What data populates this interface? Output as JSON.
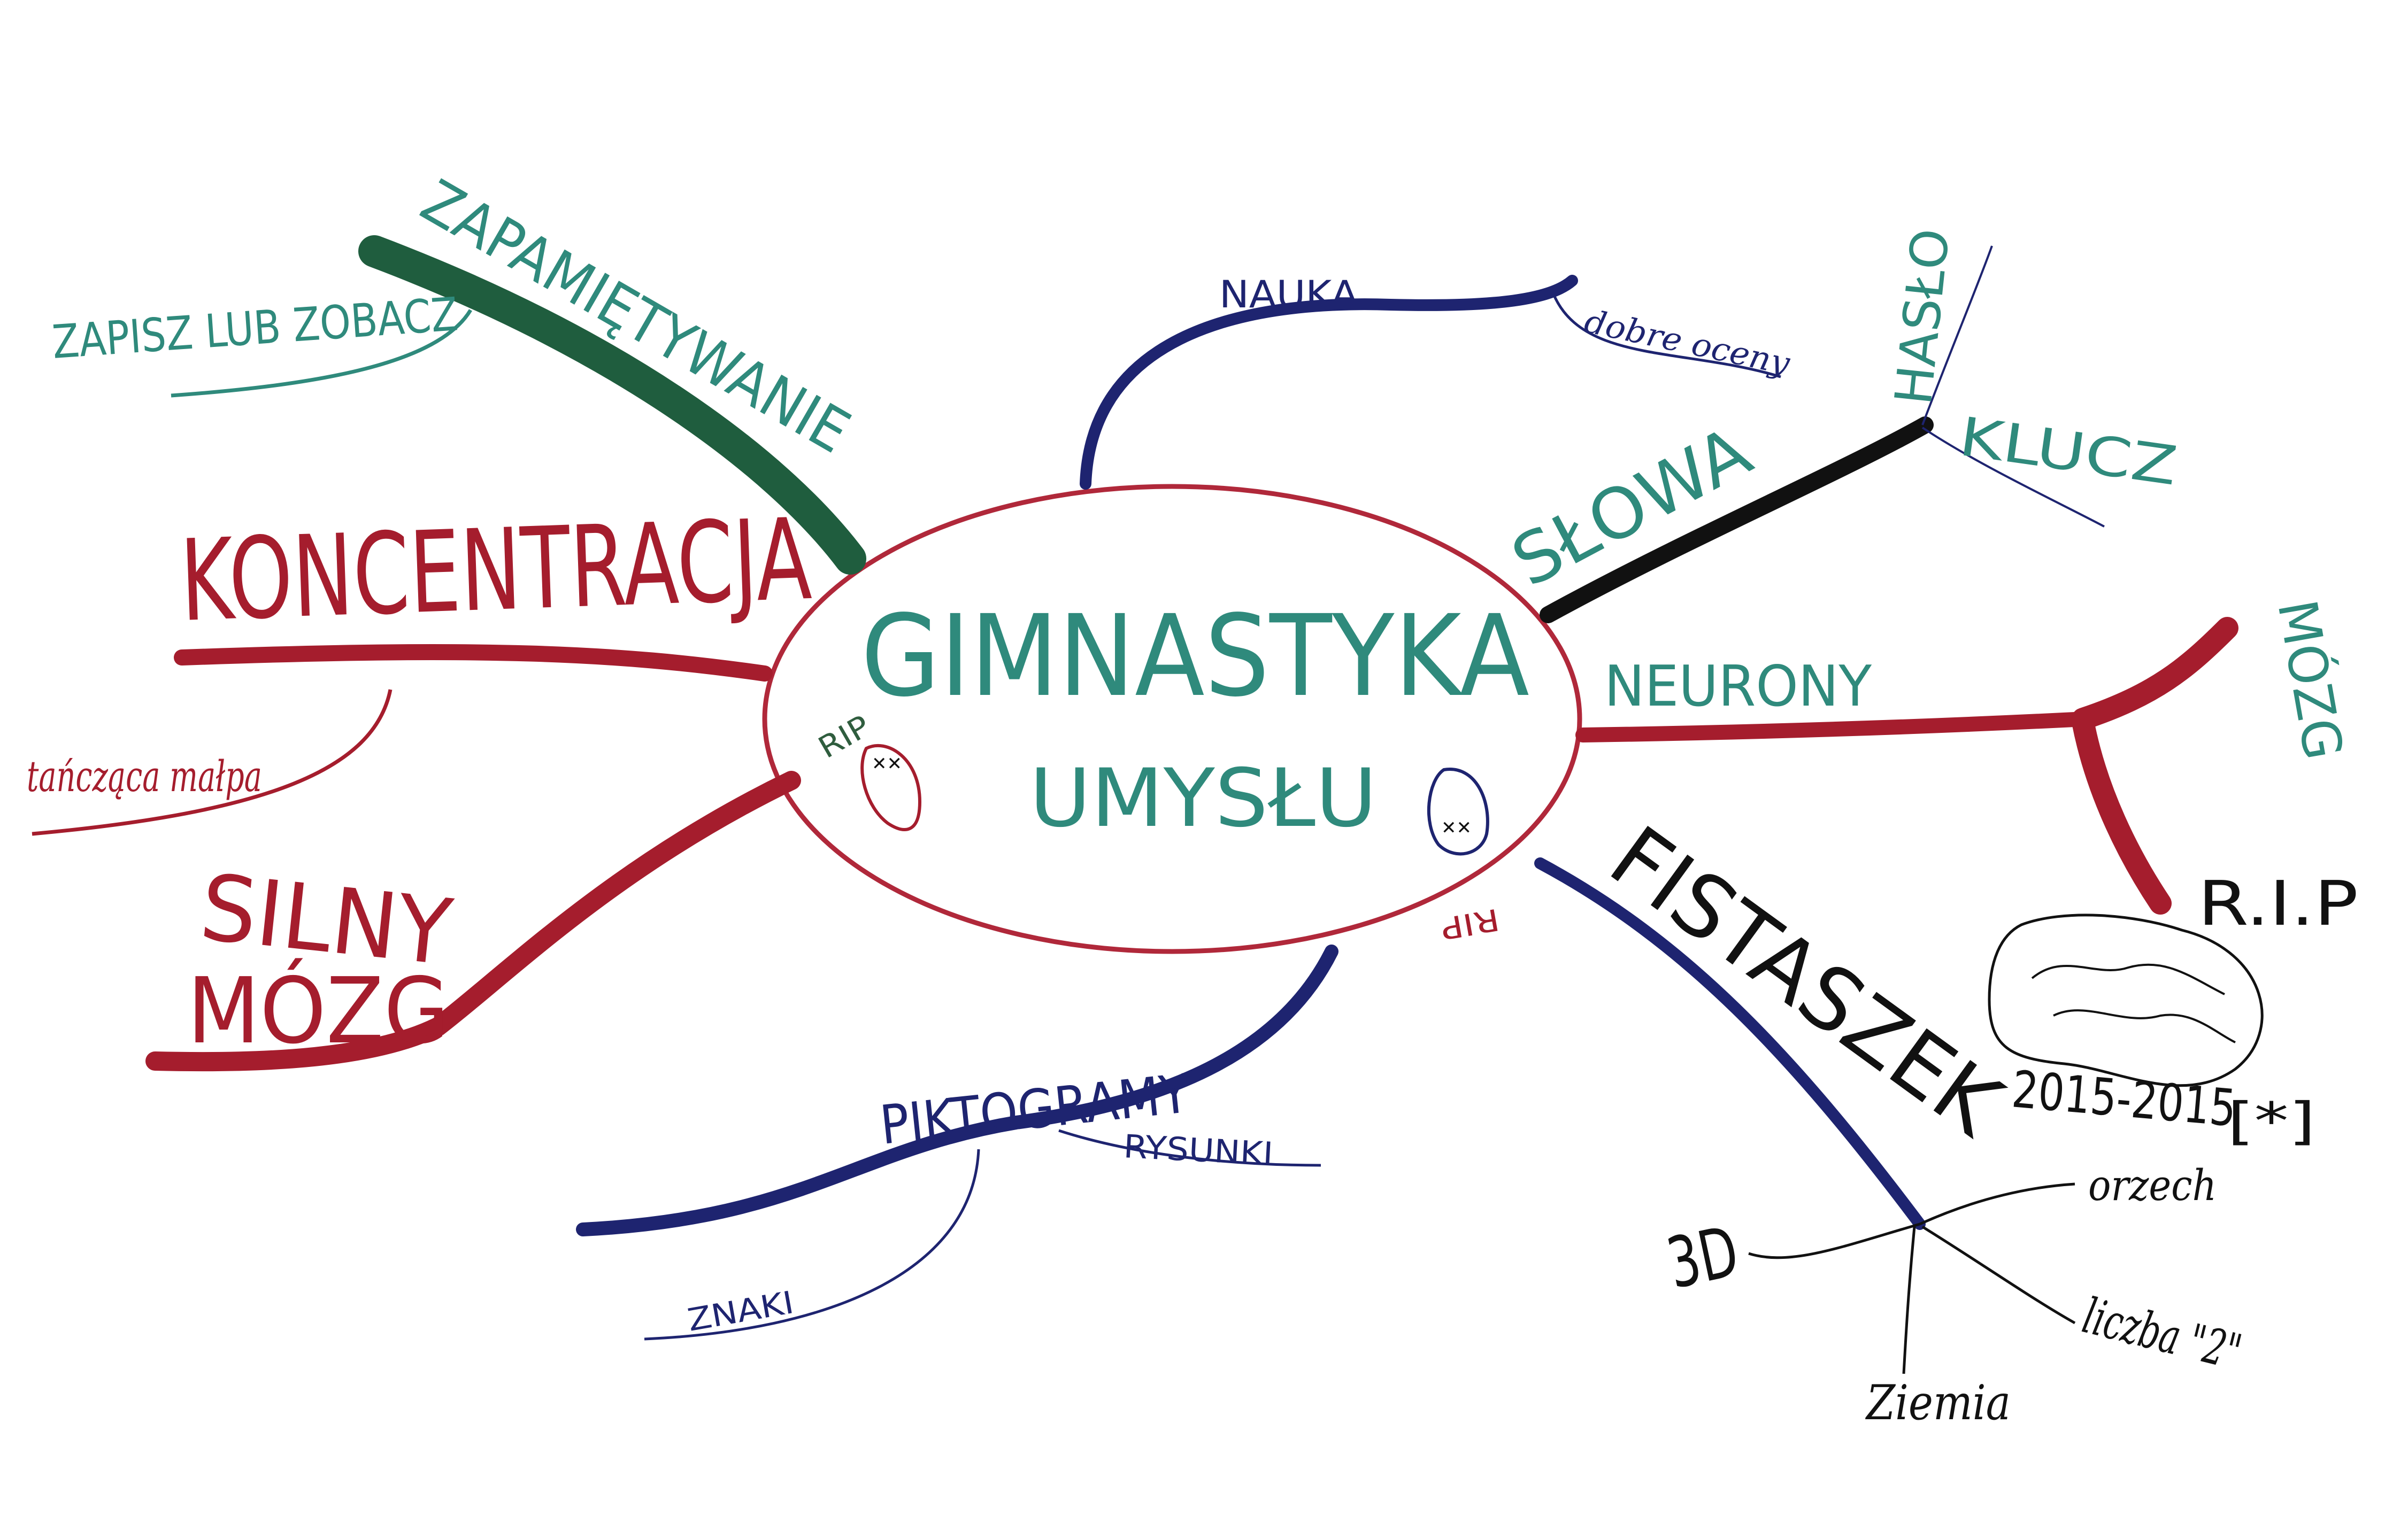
{
  "center": {
    "title": "GIMNASTYKA",
    "subtitle": "UMYSŁU"
  },
  "branches": {
    "zapamietywanie": {
      "label": "ZAPAMIĘTYWANIE",
      "sub": "ZAPISZ LUB ZOBACZ"
    },
    "koncentracja": {
      "label": "KONCENTRACJA",
      "sub": "tańcząca małpa"
    },
    "silny_mozg": {
      "label_line1": "SILNY",
      "label_line2": "MÓZG"
    },
    "nauka": {
      "label": "NAUKA",
      "sub": "dobre oceny"
    },
    "slowa": {
      "label": "SŁOWA",
      "sub1": "HASŁO",
      "sub2": "KLUCZ"
    },
    "neurony": {
      "label": "NEURONY",
      "sub1": "MÓZG",
      "rip": "R.I.P",
      "dates": "2015-2015",
      "mark": "[*]"
    },
    "fistaszek": {
      "label": "FISTASZEK",
      "sub1": "orzech",
      "sub2": "3D",
      "sub3": "Ziemia",
      "sub4": "liczba \"2\""
    },
    "piktogramy": {
      "label": "PIKTOGRAMY",
      "sub1": "RYSUNKI",
      "sub2": "ZNAKI"
    }
  },
  "doodles": {
    "rip_left": "RIP",
    "rip_right": "RIP"
  },
  "colors": {
    "teal": "#2f8a7c",
    "green": "#1f5d3e",
    "red": "#a51d2d",
    "navy": "#1e2470",
    "black": "#111111",
    "ellipse": "#b0283a"
  }
}
